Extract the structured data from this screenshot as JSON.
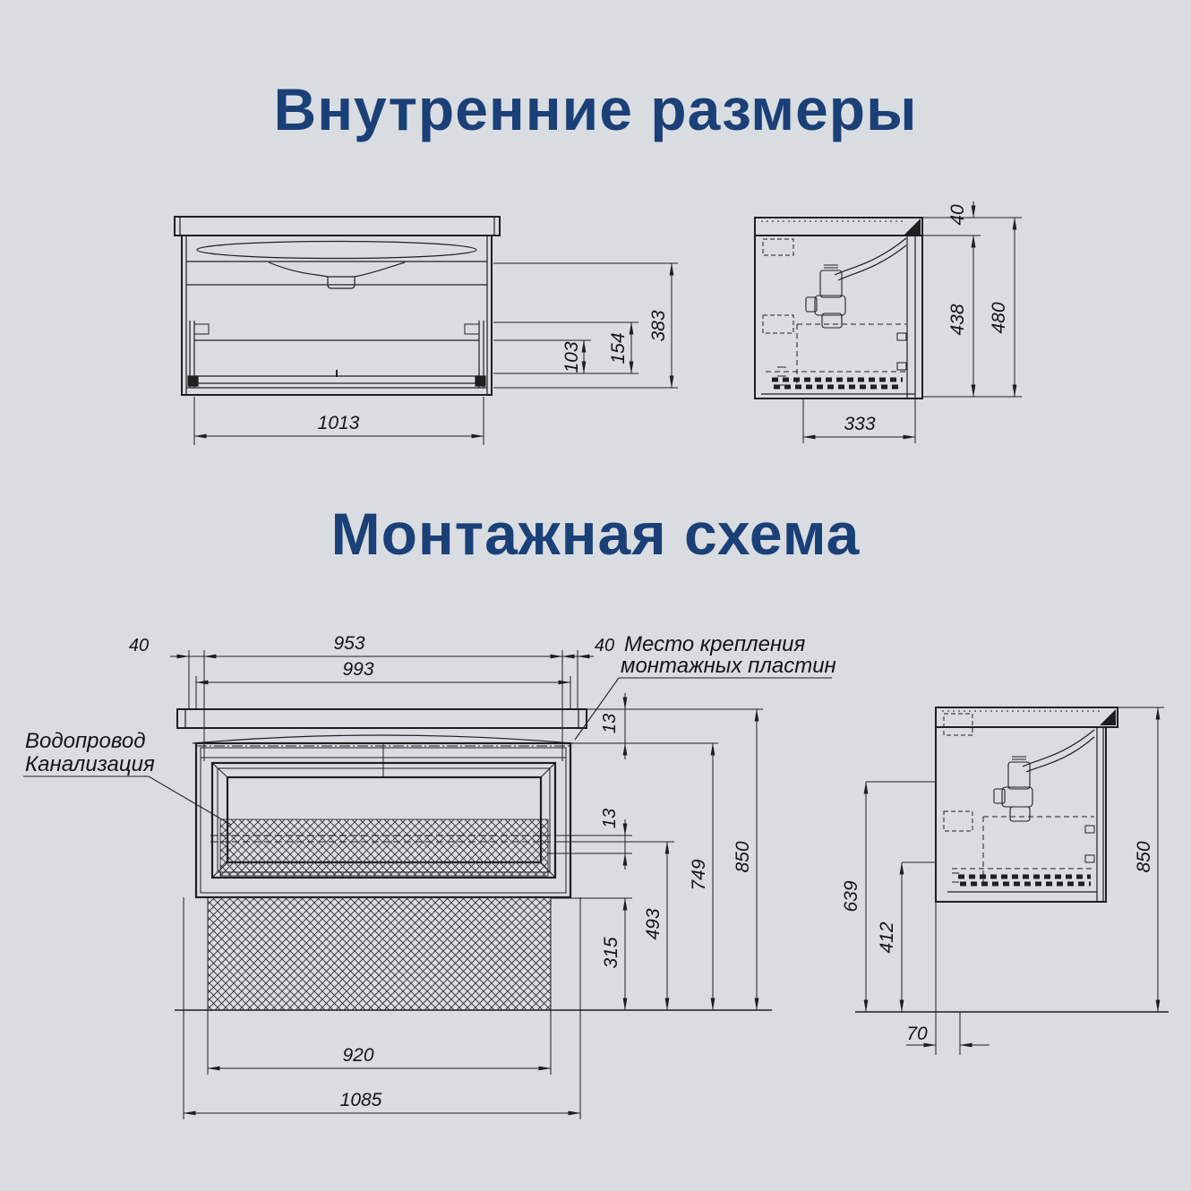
{
  "colors": {
    "background": "#d9dde2",
    "line": "#1f1f1f",
    "title": "#1b4077",
    "dim_text": "#141414"
  },
  "titles": {
    "internal": "Внутренние размеры",
    "mounting": "Монтажная схема"
  },
  "internal_front": {
    "width_inner": "1013",
    "height_side": "383",
    "height_drawer_outer": "154",
    "height_drawer_inner": "103"
  },
  "internal_side": {
    "top_thickness": "40",
    "inner_height": "438",
    "total_height": "480",
    "inner_depth": "333"
  },
  "mounting_front": {
    "offset_left": "40",
    "plates_span": "953",
    "offset_right": "40",
    "cabinet_width": "993",
    "gap_top": "13",
    "gap_mid": "13",
    "height_plates": "749",
    "height_top": "850",
    "height_sewer": "493",
    "height_water": "315",
    "zone_width": "920",
    "zone_total_width": "1085",
    "label_water_line1": "Водопровод",
    "label_water_line2": "Канализация",
    "label_plates_line1": "Место крепления",
    "label_plates_line2": "монтажных пластин"
  },
  "mounting_side": {
    "height_sewer": "639",
    "height_water": "412",
    "height_top": "850",
    "offset_wall": "70"
  }
}
